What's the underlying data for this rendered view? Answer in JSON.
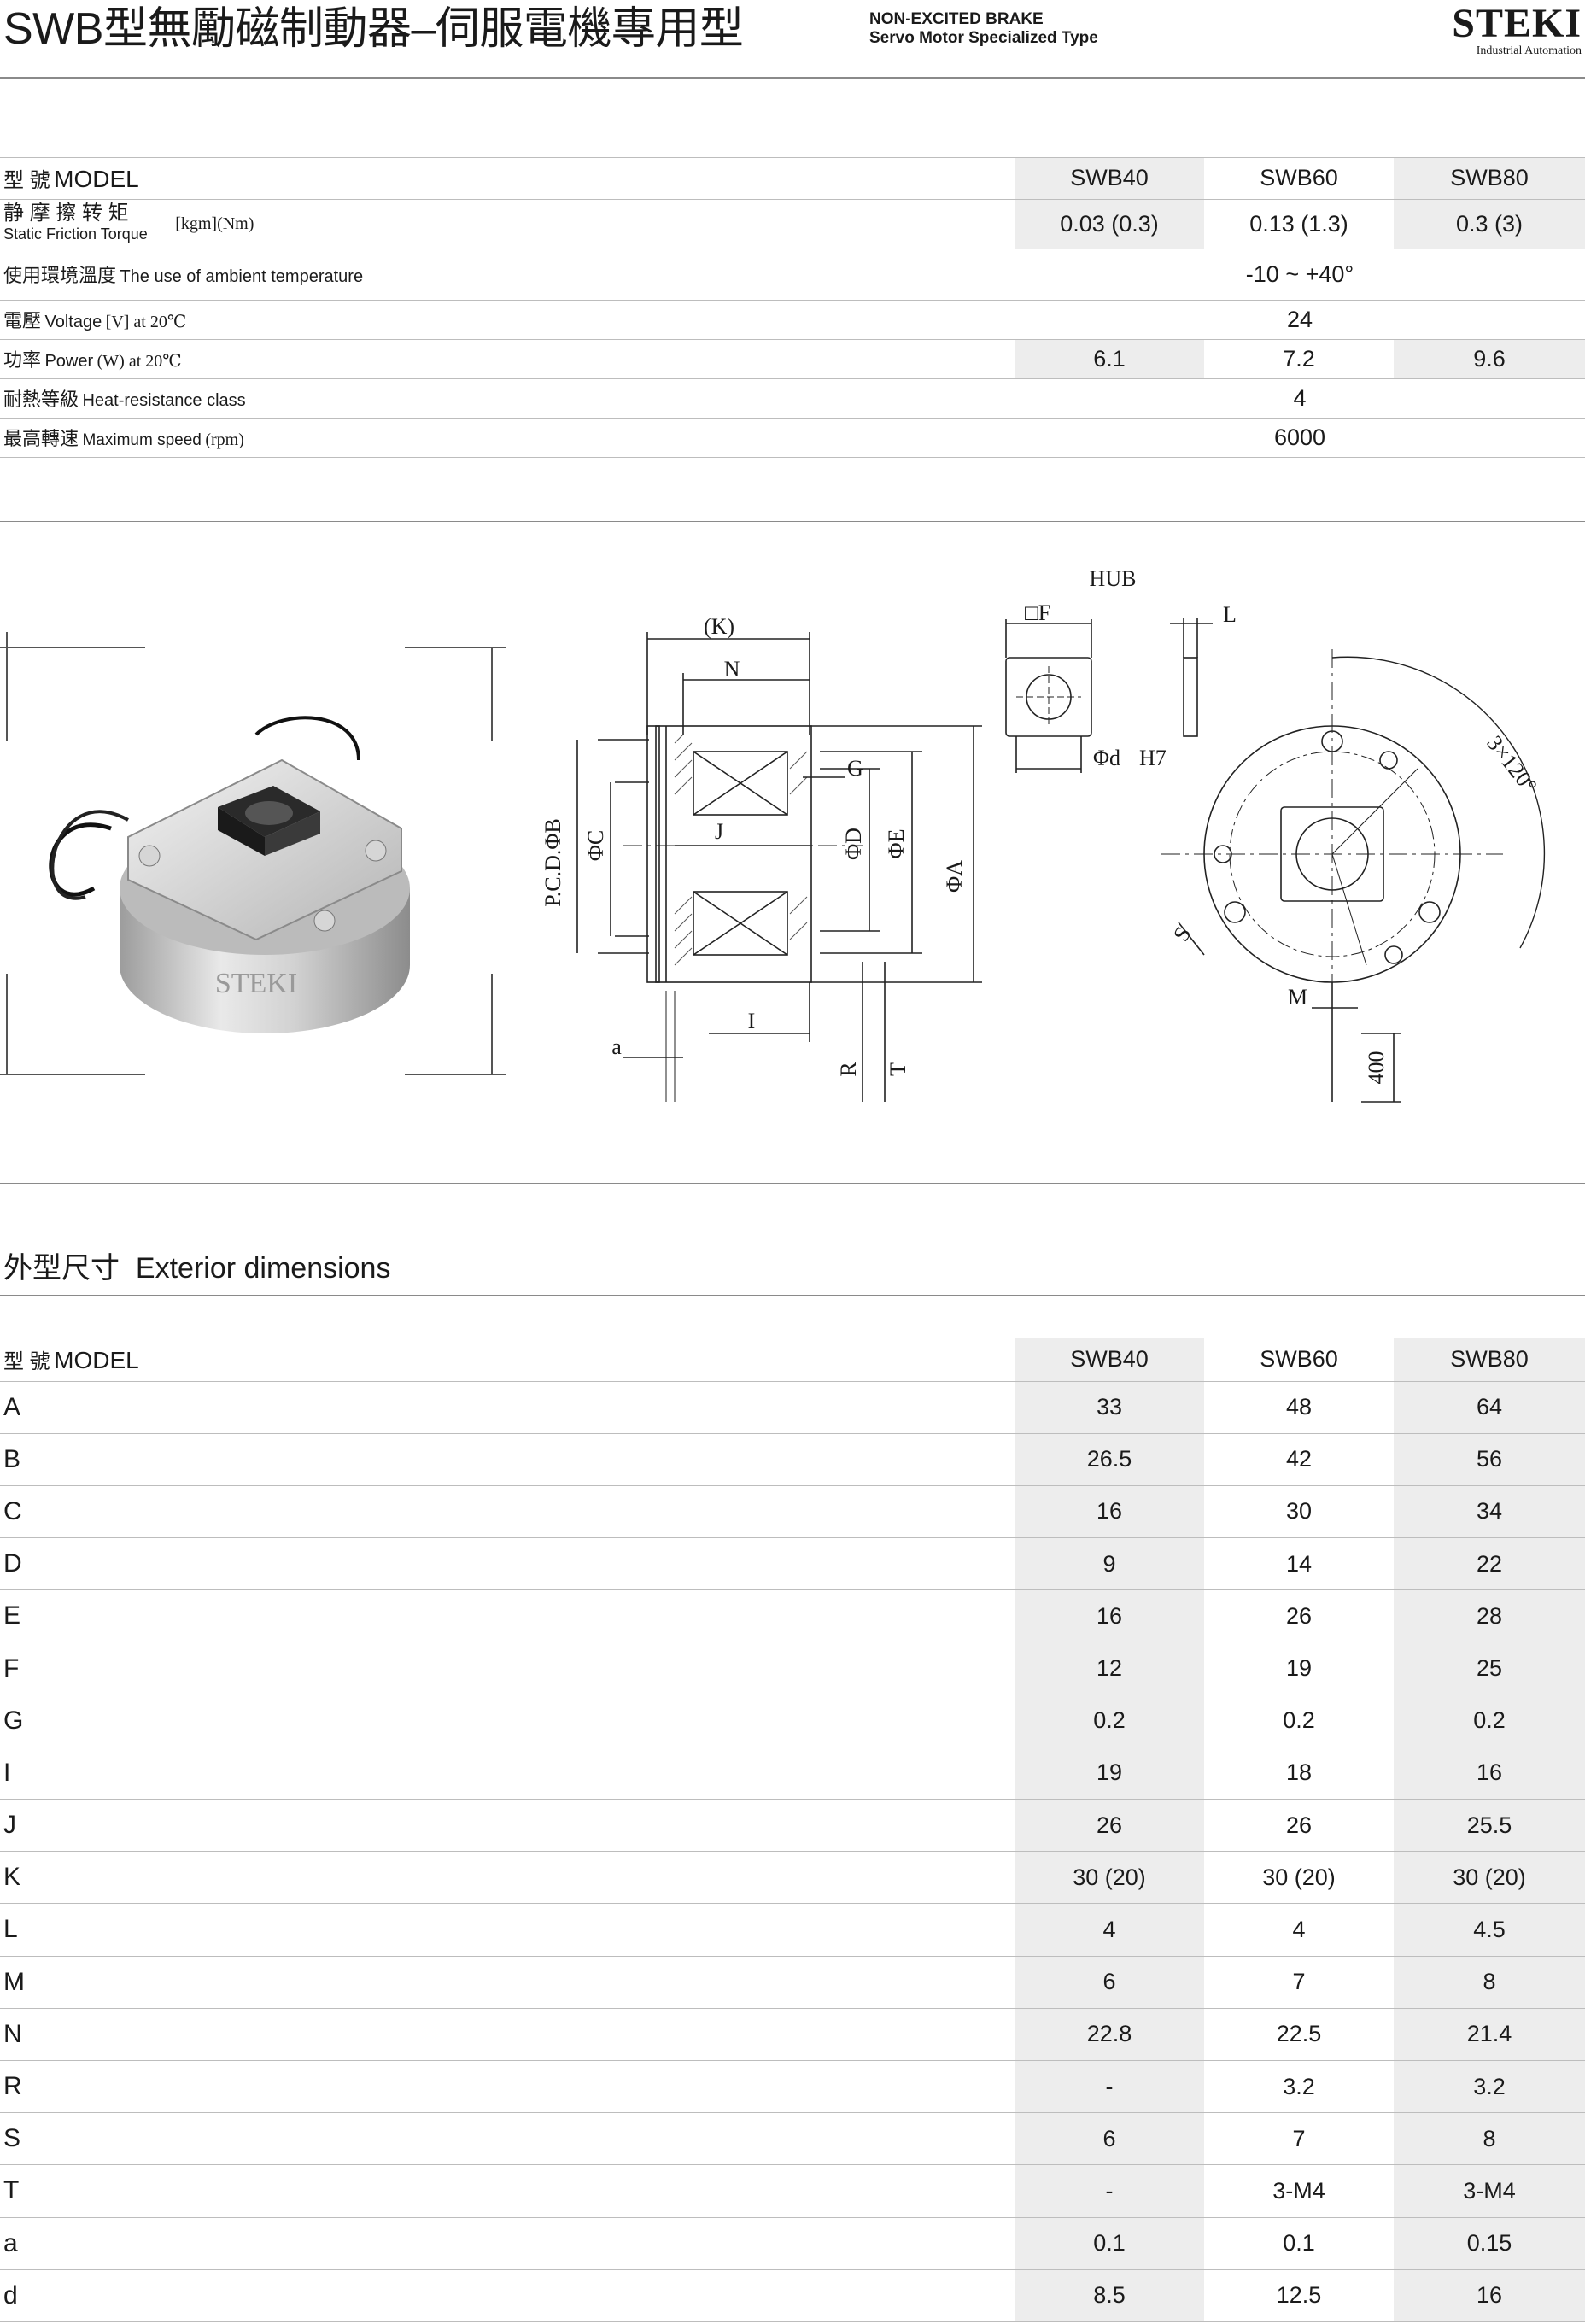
{
  "header": {
    "title": "SWB型無勵磁制動器–伺服電機專用型",
    "subtitle_1": "NON-EXCITED BRAKE",
    "subtitle_2": "Servo Motor Specialized Type",
    "logo": "STEKI",
    "logo_tagline": "Industrial Automation"
  },
  "spec": {
    "model_cn": "型 號",
    "model_en": "MODEL",
    "models": [
      "SWB40",
      "SWB60",
      "SWB80"
    ],
    "torque": {
      "cn": "静 摩 擦 转 矩",
      "en": "Static Friction Torque",
      "unit": "[kgm](Nm)",
      "values": [
        "0.03 (0.3)",
        "0.13 (1.3)",
        "0.3 (3)"
      ]
    },
    "temp": {
      "cn": "使用環境溫度",
      "en": "The use of ambient temperature",
      "value": "-10 ~ +40°"
    },
    "voltage": {
      "cn": "電壓",
      "en": "Voltage",
      "unit": "[V] at 20℃",
      "value": "24"
    },
    "power": {
      "cn": "功率",
      "en": "Power",
      "unit": "(W) at 20℃",
      "values": [
        "6.1",
        "7.2",
        "9.6"
      ]
    },
    "heat": {
      "cn": "耐熱等級",
      "en": "Heat-resistance class",
      "value": "4"
    },
    "speed": {
      "cn": "最高轉速",
      "en": "Maximum speed",
      "unit": "(rpm)",
      "value": "6000"
    }
  },
  "drawing": {
    "hub": "HUB",
    "labels": [
      "(K)",
      "N",
      "G",
      "P.C.D.ΦB",
      "ΦC",
      "J",
      "ΦD",
      "ΦE",
      "ΦA",
      "I",
      "a",
      "R",
      "T",
      "□F",
      "L",
      "Φd",
      "H7",
      "3×120°",
      "S",
      "M",
      "400"
    ],
    "photo_logo": "STEKI"
  },
  "exterior": {
    "title_cn": "外型尺寸",
    "title_en": "Exterior dimensions",
    "model_cn": "型 號",
    "model_en": "MODEL",
    "models": [
      "SWB40",
      "SWB60",
      "SWB80"
    ],
    "rows": [
      {
        "label": "A",
        "values": [
          "33",
          "48",
          "64"
        ]
      },
      {
        "label": "B",
        "values": [
          "26.5",
          "42",
          "56"
        ]
      },
      {
        "label": "C",
        "values": [
          "16",
          "30",
          "34"
        ]
      },
      {
        "label": "D",
        "values": [
          "9",
          "14",
          "22"
        ]
      },
      {
        "label": "E",
        "values": [
          "16",
          "26",
          "28"
        ]
      },
      {
        "label": "F",
        "values": [
          "12",
          "19",
          "25"
        ]
      },
      {
        "label": "G",
        "values": [
          "0.2",
          "0.2",
          "0.2"
        ]
      },
      {
        "label": "I",
        "values": [
          "19",
          "18",
          "16"
        ]
      },
      {
        "label": "J",
        "values": [
          "26",
          "26",
          "25.5"
        ]
      },
      {
        "label": "K",
        "values": [
          "30 (20)",
          "30 (20)",
          "30 (20)"
        ]
      },
      {
        "label": "L",
        "values": [
          "4",
          "4",
          "4.5"
        ]
      },
      {
        "label": "M",
        "values": [
          "6",
          "7",
          "8"
        ]
      },
      {
        "label": "N",
        "values": [
          "22.8",
          "22.5",
          "21.4"
        ]
      },
      {
        "label": "R",
        "values": [
          "-",
          "3.2",
          "3.2"
        ]
      },
      {
        "label": "S",
        "values": [
          "6",
          "7",
          "8"
        ]
      },
      {
        "label": "T",
        "values": [
          "-",
          "3-M4",
          "3-M4"
        ]
      },
      {
        "label": "a",
        "values": [
          "0.1",
          "0.1",
          "0.15"
        ]
      },
      {
        "label": "d",
        "values": [
          "8.5",
          "12.5",
          "16"
        ]
      }
    ]
  }
}
